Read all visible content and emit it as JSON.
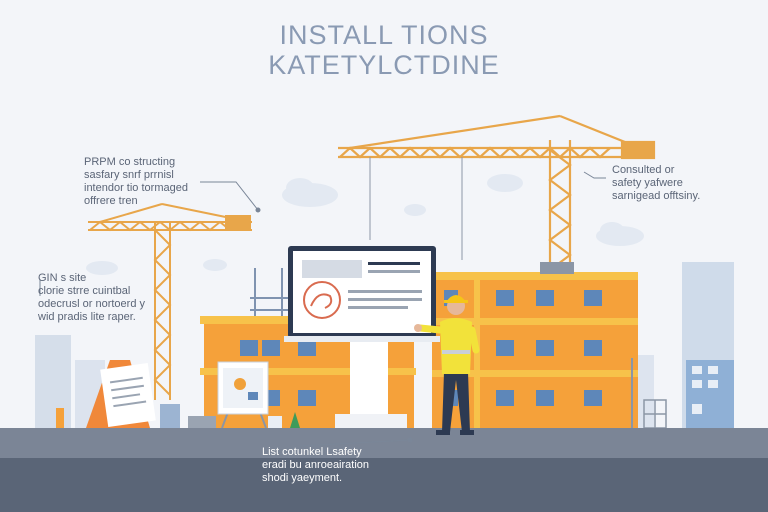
{
  "title": {
    "line1": "INSTALL TIONS",
    "line2": "KATETYLCTDINE"
  },
  "annotations": {
    "left_top": {
      "line1": "PRPM co structing",
      "line2": "sasfary snrf prrnisl",
      "line3": "intendor tio tormaged",
      "line4": "offrere tren"
    },
    "right_top": {
      "line1": "Consulted or",
      "line2": "safety yafwere",
      "line3": "sarnigead offtsiny."
    },
    "left_mid": {
      "line1": "GIN s site",
      "line2": "clorie strre cuintbal",
      "line3": "odecrusl or nortoerd y",
      "line4": "wid pradis lite raper."
    },
    "bottom": {
      "line1": "List cotunkel Lsafety",
      "line2": "eradi bu anroeairation",
      "line3": "shodi yaeyment."
    }
  },
  "colors": {
    "background": "#f3f5f9",
    "crane": "#e8a64a",
    "building": "#f5a13a",
    "building_trim": "#f7c24a",
    "window": "#5e87b9",
    "road": "#5f6a7b",
    "road_dark": "#4a5566",
    "sky_building": "#c9d6e8",
    "vest": "#f2e23a",
    "helmet": "#f5c518"
  },
  "icons": {
    "crane_left": "tower-crane-icon",
    "crane_right": "tower-crane-icon",
    "worker": "construction-worker-icon",
    "billboard": "monitor-billboard-icon",
    "sign": "a-frame-sign-icon",
    "easel": "easel-chart-icon"
  }
}
